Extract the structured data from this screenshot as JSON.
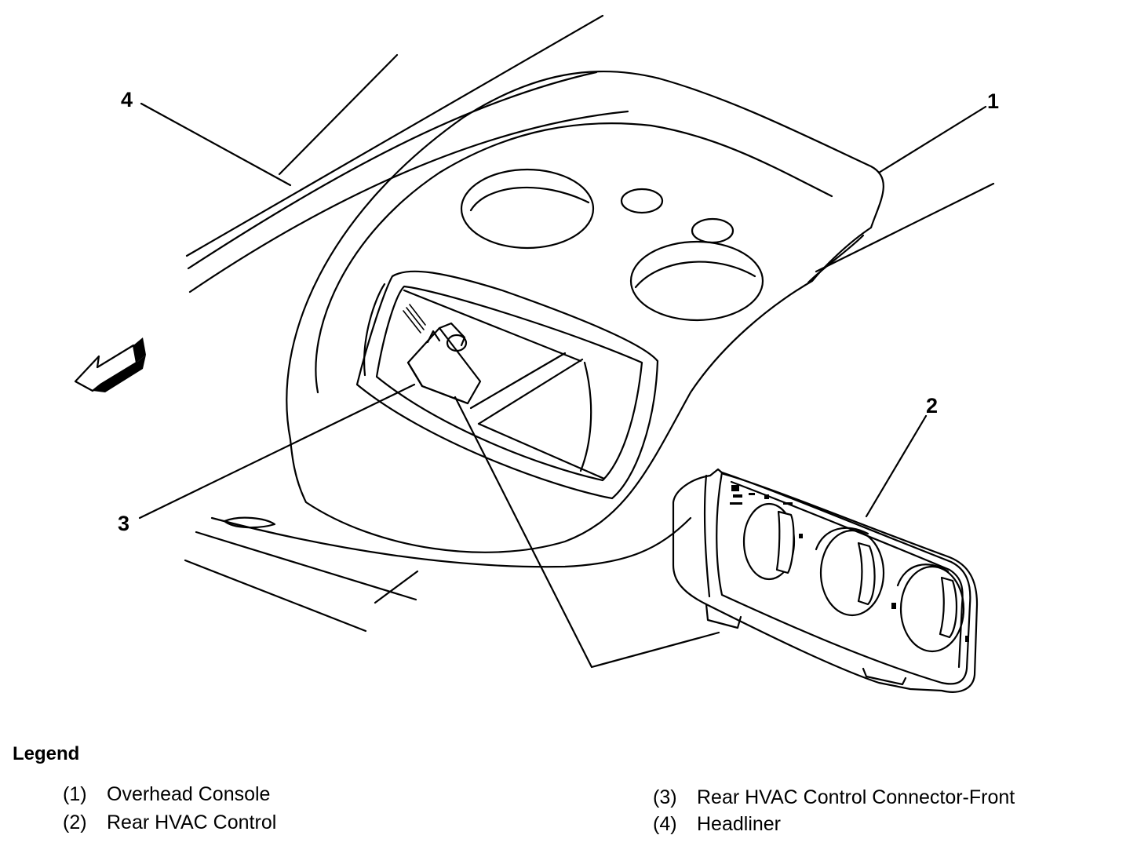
{
  "callouts": [
    "1",
    "2",
    "3",
    "4"
  ],
  "legend": {
    "title": "Legend",
    "items": [
      {
        "num": "(1)",
        "label": "Overhead Console"
      },
      {
        "num": "(2)",
        "label": "Rear HVAC Control"
      },
      {
        "num": "(3)",
        "label": "Rear HVAC Control Connector-Front"
      },
      {
        "num": "(4)",
        "label": "Headliner"
      }
    ]
  },
  "icons": [
    "front-direction-arrow-icon"
  ]
}
